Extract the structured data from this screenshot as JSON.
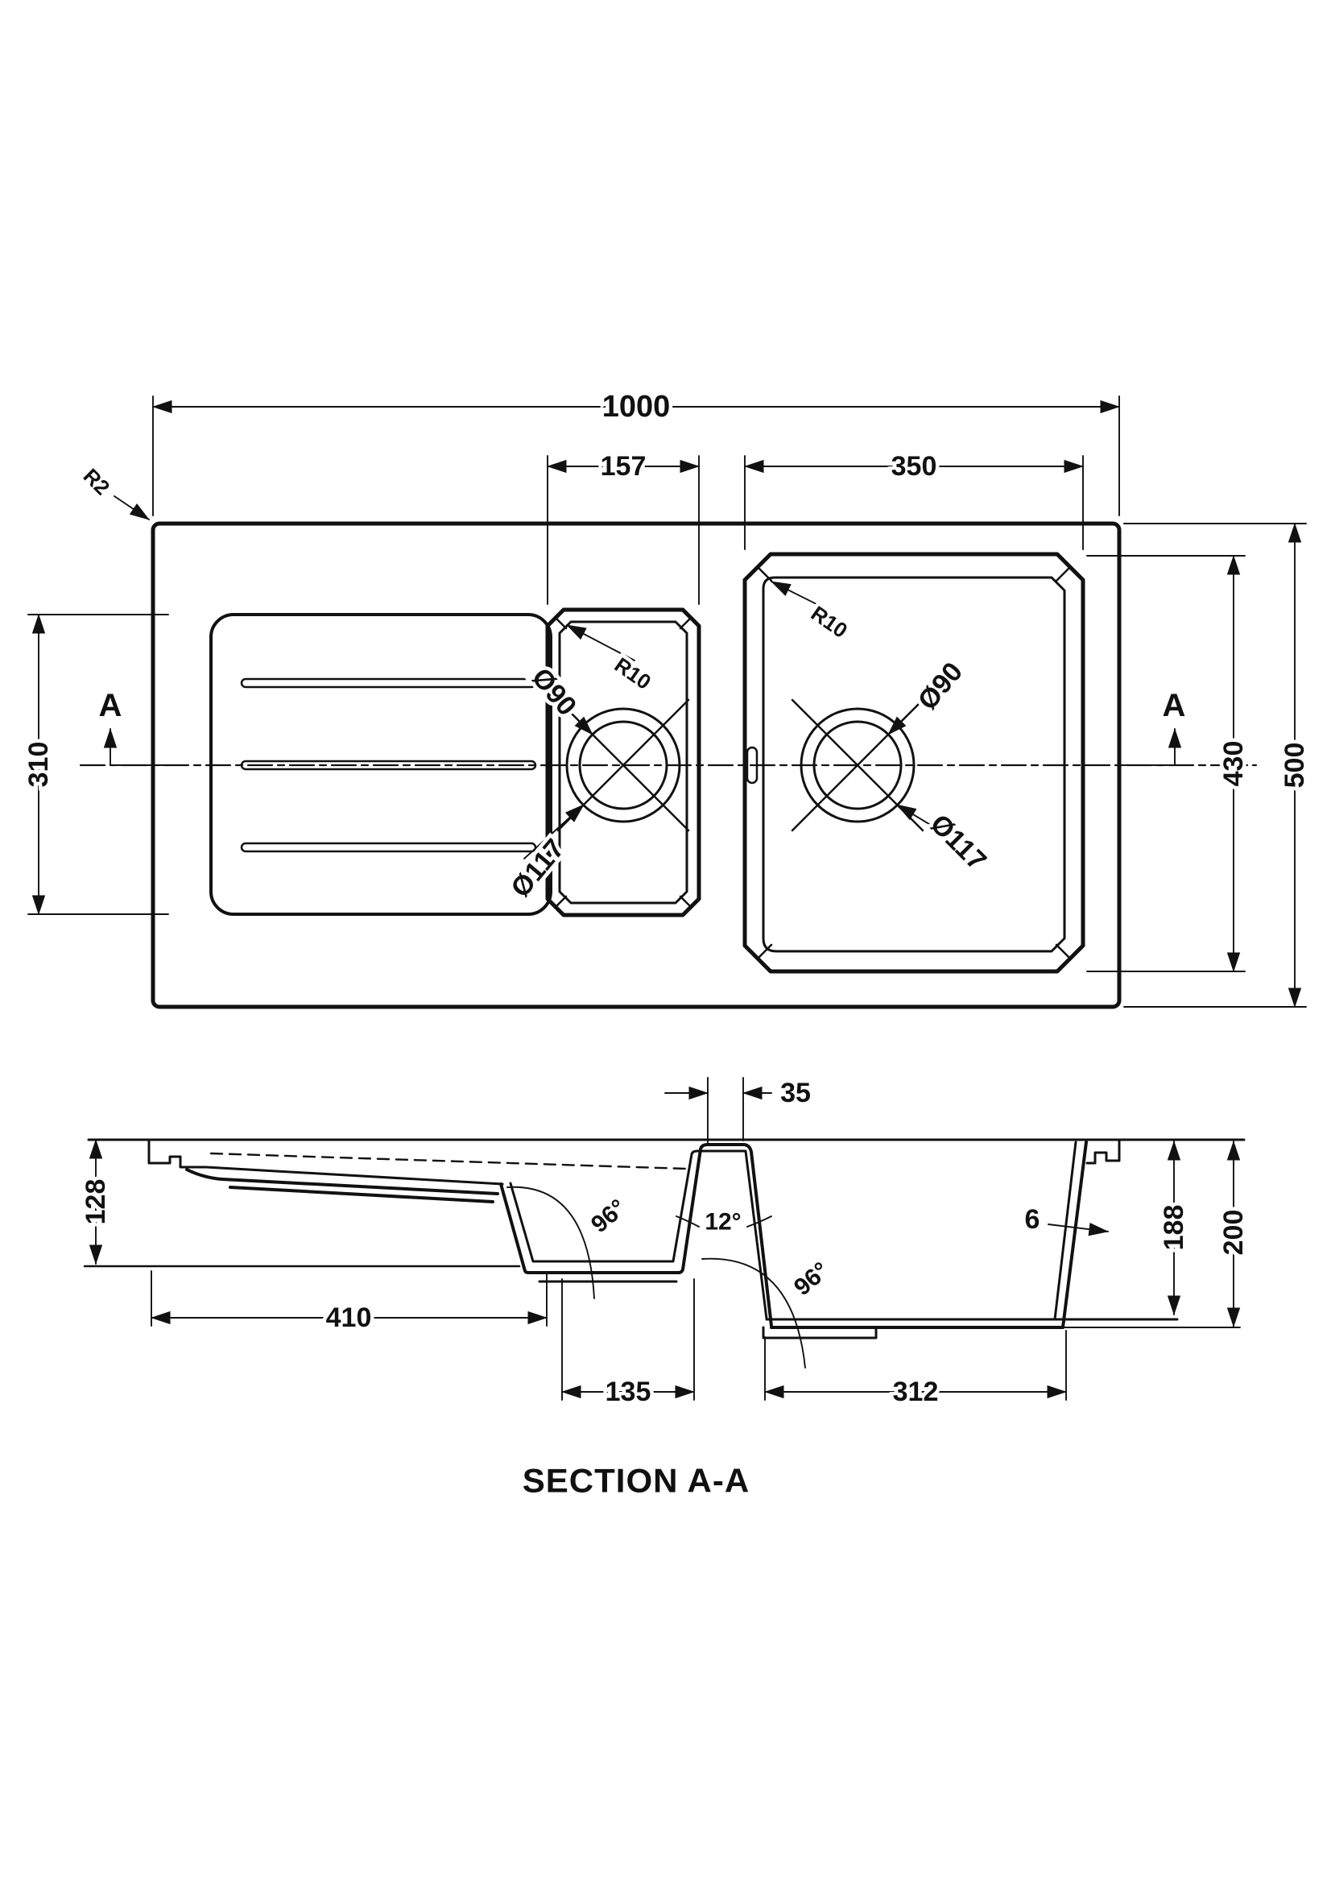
{
  "plan": {
    "overall_width": "1000",
    "small_bowl_width": "157",
    "large_bowl_width": "350",
    "drainer_recess_height": "310",
    "large_bowl_height": "430",
    "overall_height": "500",
    "corner_radius": "R2",
    "bowl_corner_radius": "R10",
    "drain_diameter": "Ø90",
    "drain_cutout_diameter": "Ø117",
    "section_marker": "A"
  },
  "section": {
    "title": "SECTION A-A",
    "divider_top_width": "35",
    "drainer_fall_depth": "128",
    "drainer_length": "410",
    "small_bowl_base_width": "135",
    "large_bowl_base_width": "312",
    "bowl_inner_depth": "188",
    "overall_depth": "200",
    "wall_thickness": "6",
    "small_bowl_wall_angle": "96°",
    "divider_taper_angle": "12°",
    "large_bowl_wall_angle": "96°"
  }
}
